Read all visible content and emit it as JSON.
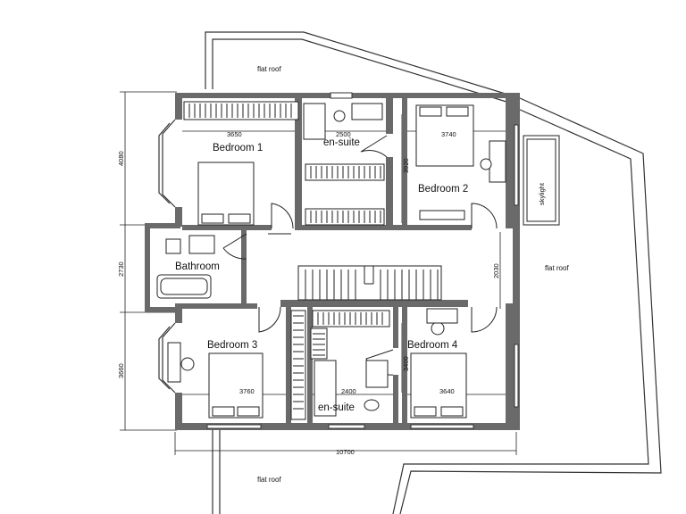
{
  "rooms": {
    "bedroom1": "Bedroom 1",
    "bedroom2": "Bedroom 2",
    "bedroom3": "Bedroom 3",
    "bedroom4": "Bedroom 4",
    "bathroom": "Bathroom",
    "ensuite_top": "en-suite",
    "ensuite_bottom": "en-suite"
  },
  "labels": {
    "flat_roof_top": "flat roof",
    "flat_roof_right": "flat roof",
    "flat_roof_bottom": "flat roof",
    "skylight": "skylight"
  },
  "dimensions": {
    "bed1_width": "3650",
    "ensuite_top_width": "2500",
    "bed2_width": "3740",
    "bed2_depth": "3920",
    "bed3_width": "3760",
    "ensuite_bottom_width": "2400",
    "bed4_width": "3640",
    "bed4_depth": "3400",
    "left_top": "4080",
    "left_mid": "2730",
    "left_bottom": "3660",
    "landing": "2030",
    "overall_width": "10700"
  }
}
